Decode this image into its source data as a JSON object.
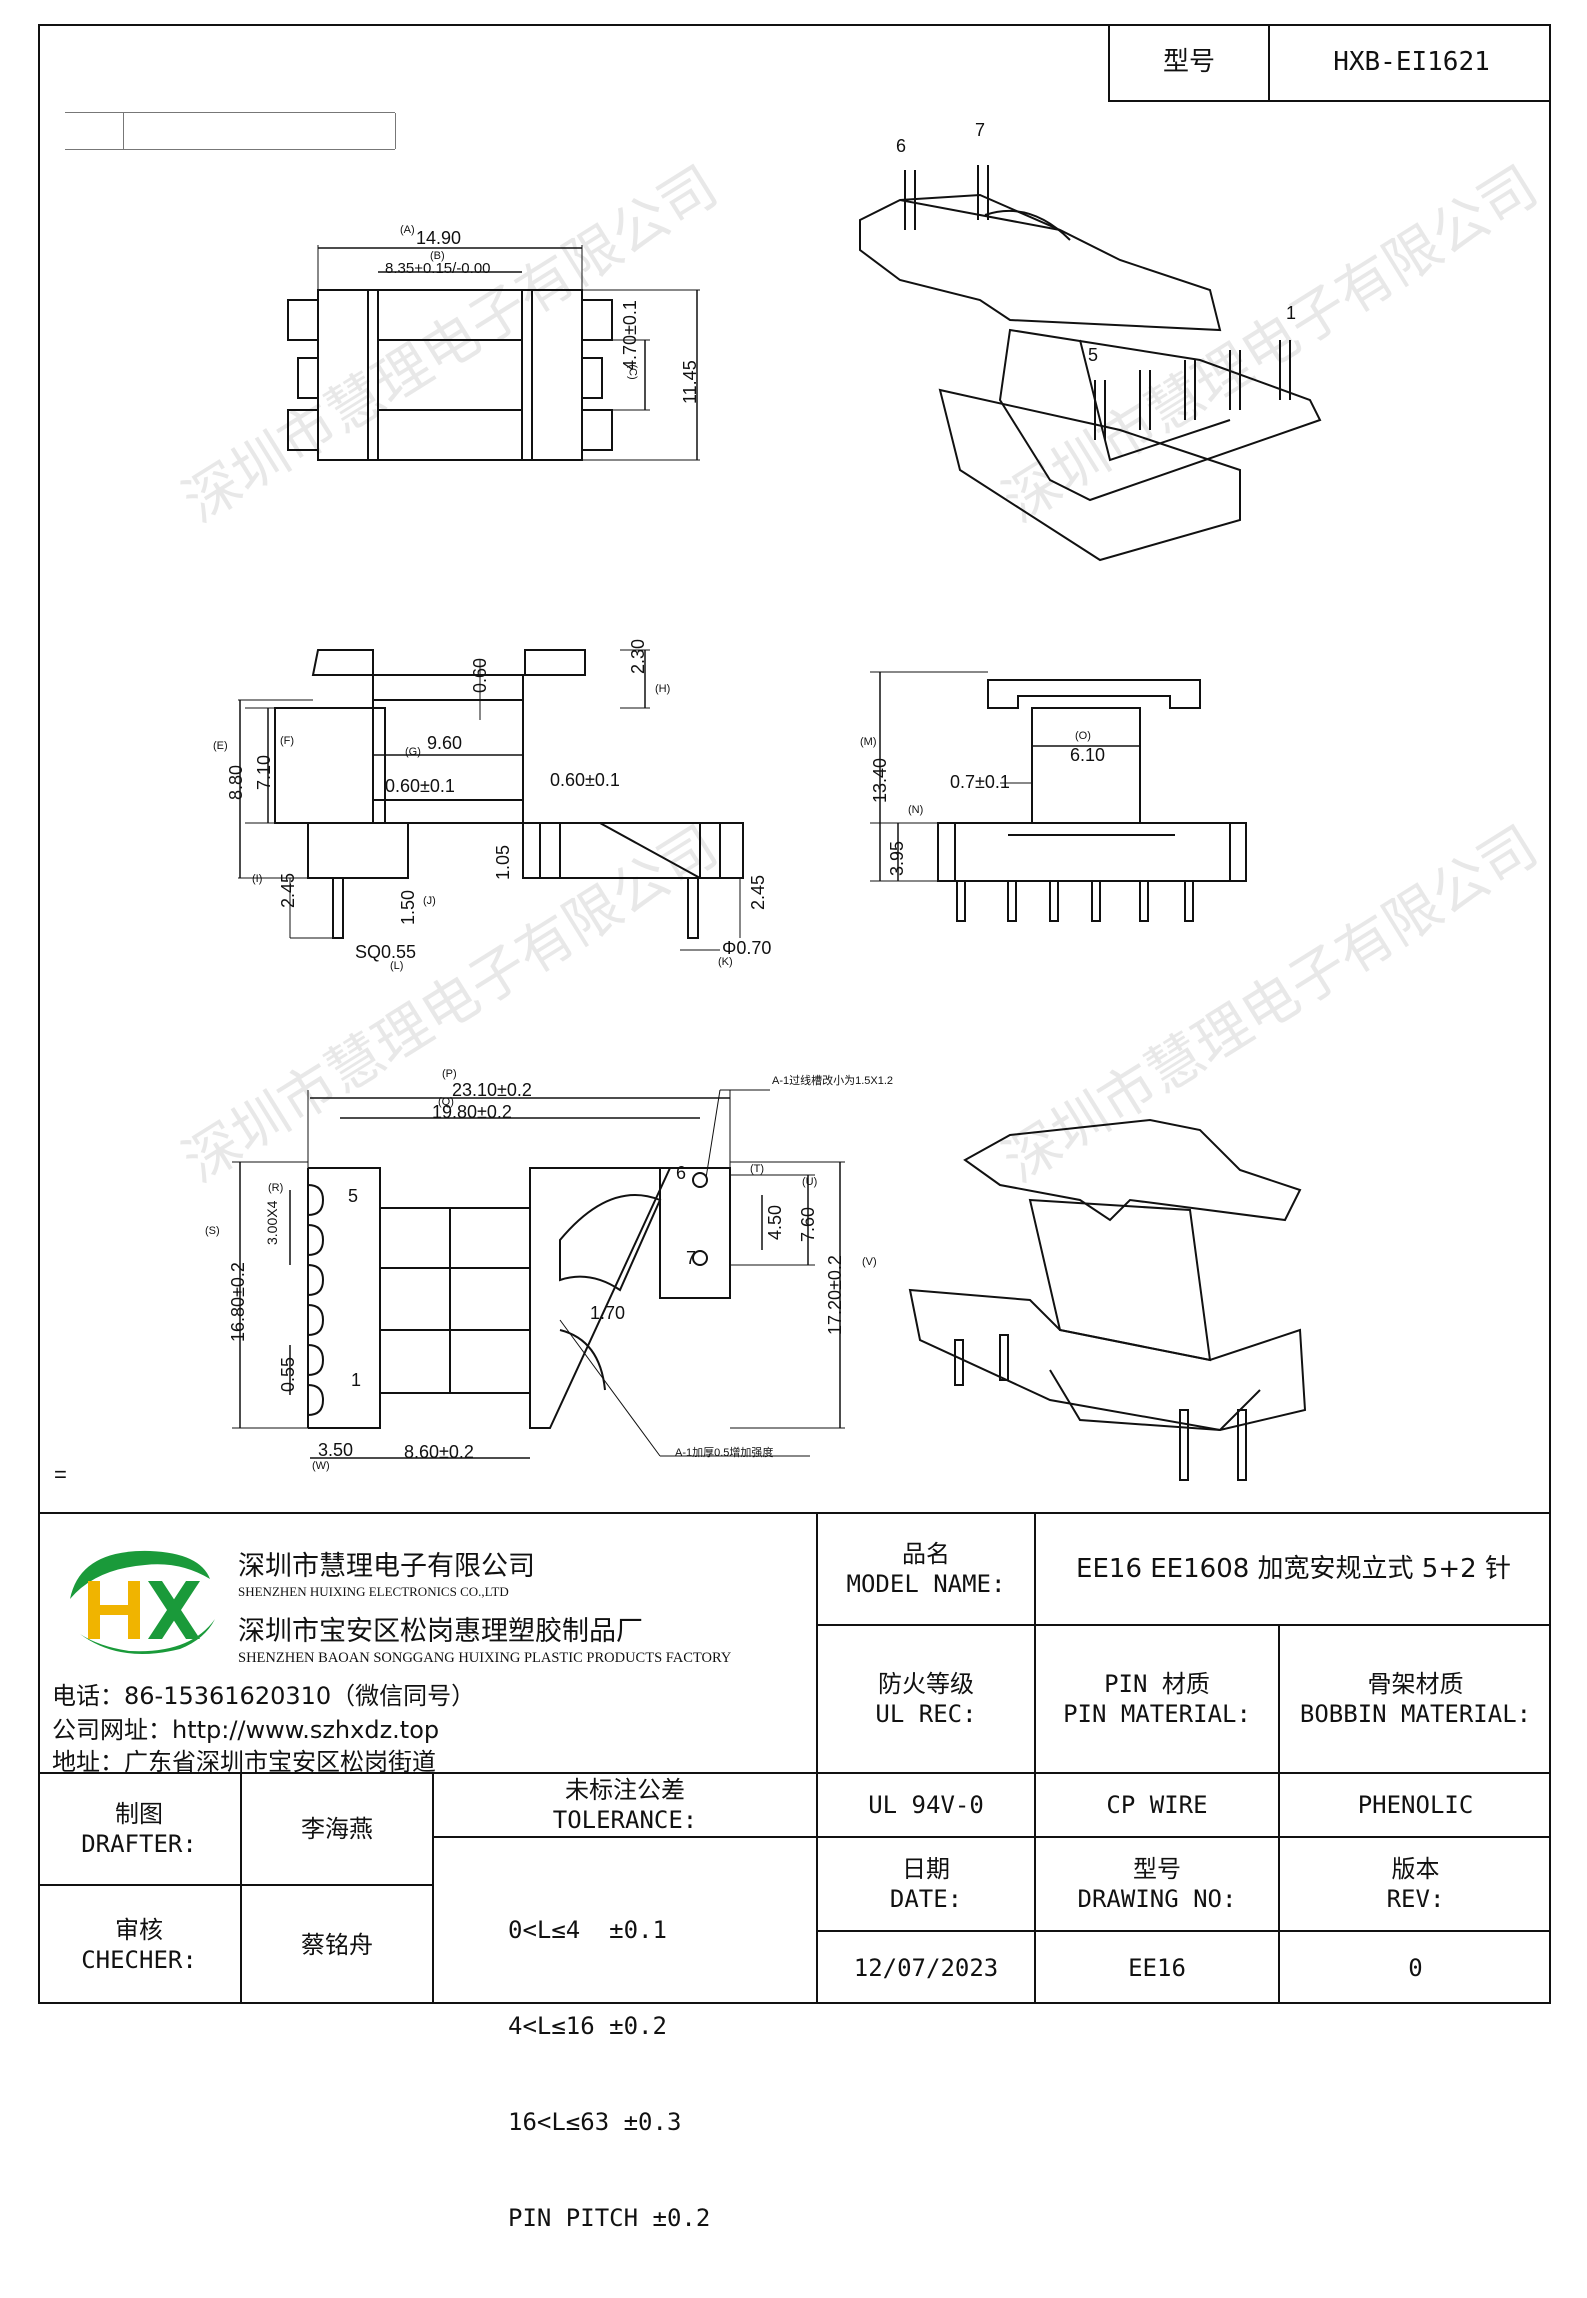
{
  "header": {
    "model_label": "型号",
    "model_value": "HXB-EI1621"
  },
  "watermark": "深圳市慧理电子有限公司",
  "drawing": {
    "top_view": {
      "dim_a": "(A)",
      "dim_a_value": "14.90",
      "dim_b": "(B)",
      "dim_b_value": "8.35+0.15/-0.00",
      "dim_c": "(C)",
      "dim_c_value": "4.70±0.1",
      "dim_total": "11.45"
    },
    "side_view": {
      "v060": "0.60",
      "v230": "2.30",
      "v_h": "(H)",
      "v_e": "(E)",
      "v880": "8.80",
      "v_f": "(F)",
      "v710": "7.10",
      "v_g": "(G)",
      "v960": "9.60",
      "v060a": "0.60±0.1",
      "v060b": "0.60±0.1",
      "v105": "1.05",
      "v_i": "(I)",
      "v245a": "2.45",
      "v150": "1.50",
      "v_j": "(J)",
      "v245b": "2.45",
      "v_sq": "SQ0.55",
      "v_l": "(L)",
      "v_phi": "Φ0.70",
      "v_k": "(K)"
    },
    "front_view": {
      "v1340": "13.40",
      "v_o": "(O)",
      "v610": "6.10",
      "v07": "0.7±0.1",
      "v_n": "(N)",
      "v395": "3.95",
      "v_m": "(M)"
    },
    "bottom_view": {
      "v_p": "(P)",
      "v2310": "23.10±0.2",
      "v_q": "(Q)",
      "v1980": "19.80±0.2",
      "note1": "A-1过线槽改小为1.5X1.2",
      "v_t": "(T)",
      "v_u": "(U)",
      "v450": "4.50",
      "v760": "7.60",
      "v_s": "(S)",
      "v1680": "16.80±0.2",
      "v_r": "(R)",
      "v300": "3.00X4",
      "v055": "0.55",
      "v170": "1.70",
      "v_v": "(V)",
      "v1720": "17.20±0.2",
      "v350": "3.50",
      "v_w": "(W)",
      "v860": "8.60±0.2",
      "note2": "A-1加厚0.5增加强度",
      "pin6": "6",
      "pin7": "7",
      "pin5": "5",
      "pin1": "1"
    },
    "iso_pins": {
      "p6": "6",
      "p7": "7",
      "p5": "5",
      "p1": "1"
    },
    "mark_eq": "="
  },
  "company": {
    "logo_text": "HX",
    "name_cn": "深圳市慧理电子有限公司",
    "name_en": "SHENZHEN HUIXING ELECTRONICS CO.,LTD",
    "factory_cn": "深圳市宝安区松岗惠理塑胶制品厂",
    "factory_en": "SHENZHEN BAOAN SONGGANG HUIXING PLASTIC PRODUCTS FACTORY",
    "phone": "电话：86-15361620310（微信同号）",
    "website": "公司网址：http://www.szhxdz.top",
    "address": "地址：广东省深圳市宝安区松岗街道"
  },
  "title_block": {
    "model_name_cn": "品名",
    "model_name_en": "MODEL NAME:",
    "model_name_value": "EE16 EE1608 加宽安规立式 5+2 针",
    "ul_cn": "防火等级",
    "ul_en": "UL REC:",
    "pin_cn": "PIN 材质",
    "pin_en": "PIN MATERIAL:",
    "bobbin_cn": "骨架材质",
    "bobbin_en": "BOBBIN MATERIAL:",
    "ul_value": "UL 94V-0",
    "pin_value": "CP WIRE",
    "bobbin_value": "PHENOLIC",
    "drafter_cn": "制图",
    "drafter_en": "DRAFTER:",
    "drafter_name": "李海燕",
    "checker_cn": "审核",
    "checker_en": "CHECHER:",
    "checker_name": "蔡铭舟",
    "tol_cn": "未标注公差",
    "tol_en": "TOLERANCE:",
    "tol_lines": [
      "0<L≤4  ±0.1",
      "4<L≤16 ±0.2",
      "16<L≤63 ±0.3",
      "PIN PITCH ±0.2"
    ],
    "date_cn": "日期",
    "date_en": "DATE:",
    "dwg_cn": "型号",
    "dwg_en": "DRAWING NO:",
    "rev_cn": "版本",
    "rev_en": "REV:",
    "date_value": "12/07/2023",
    "dwg_value": "EE16",
    "rev_value": "0"
  }
}
